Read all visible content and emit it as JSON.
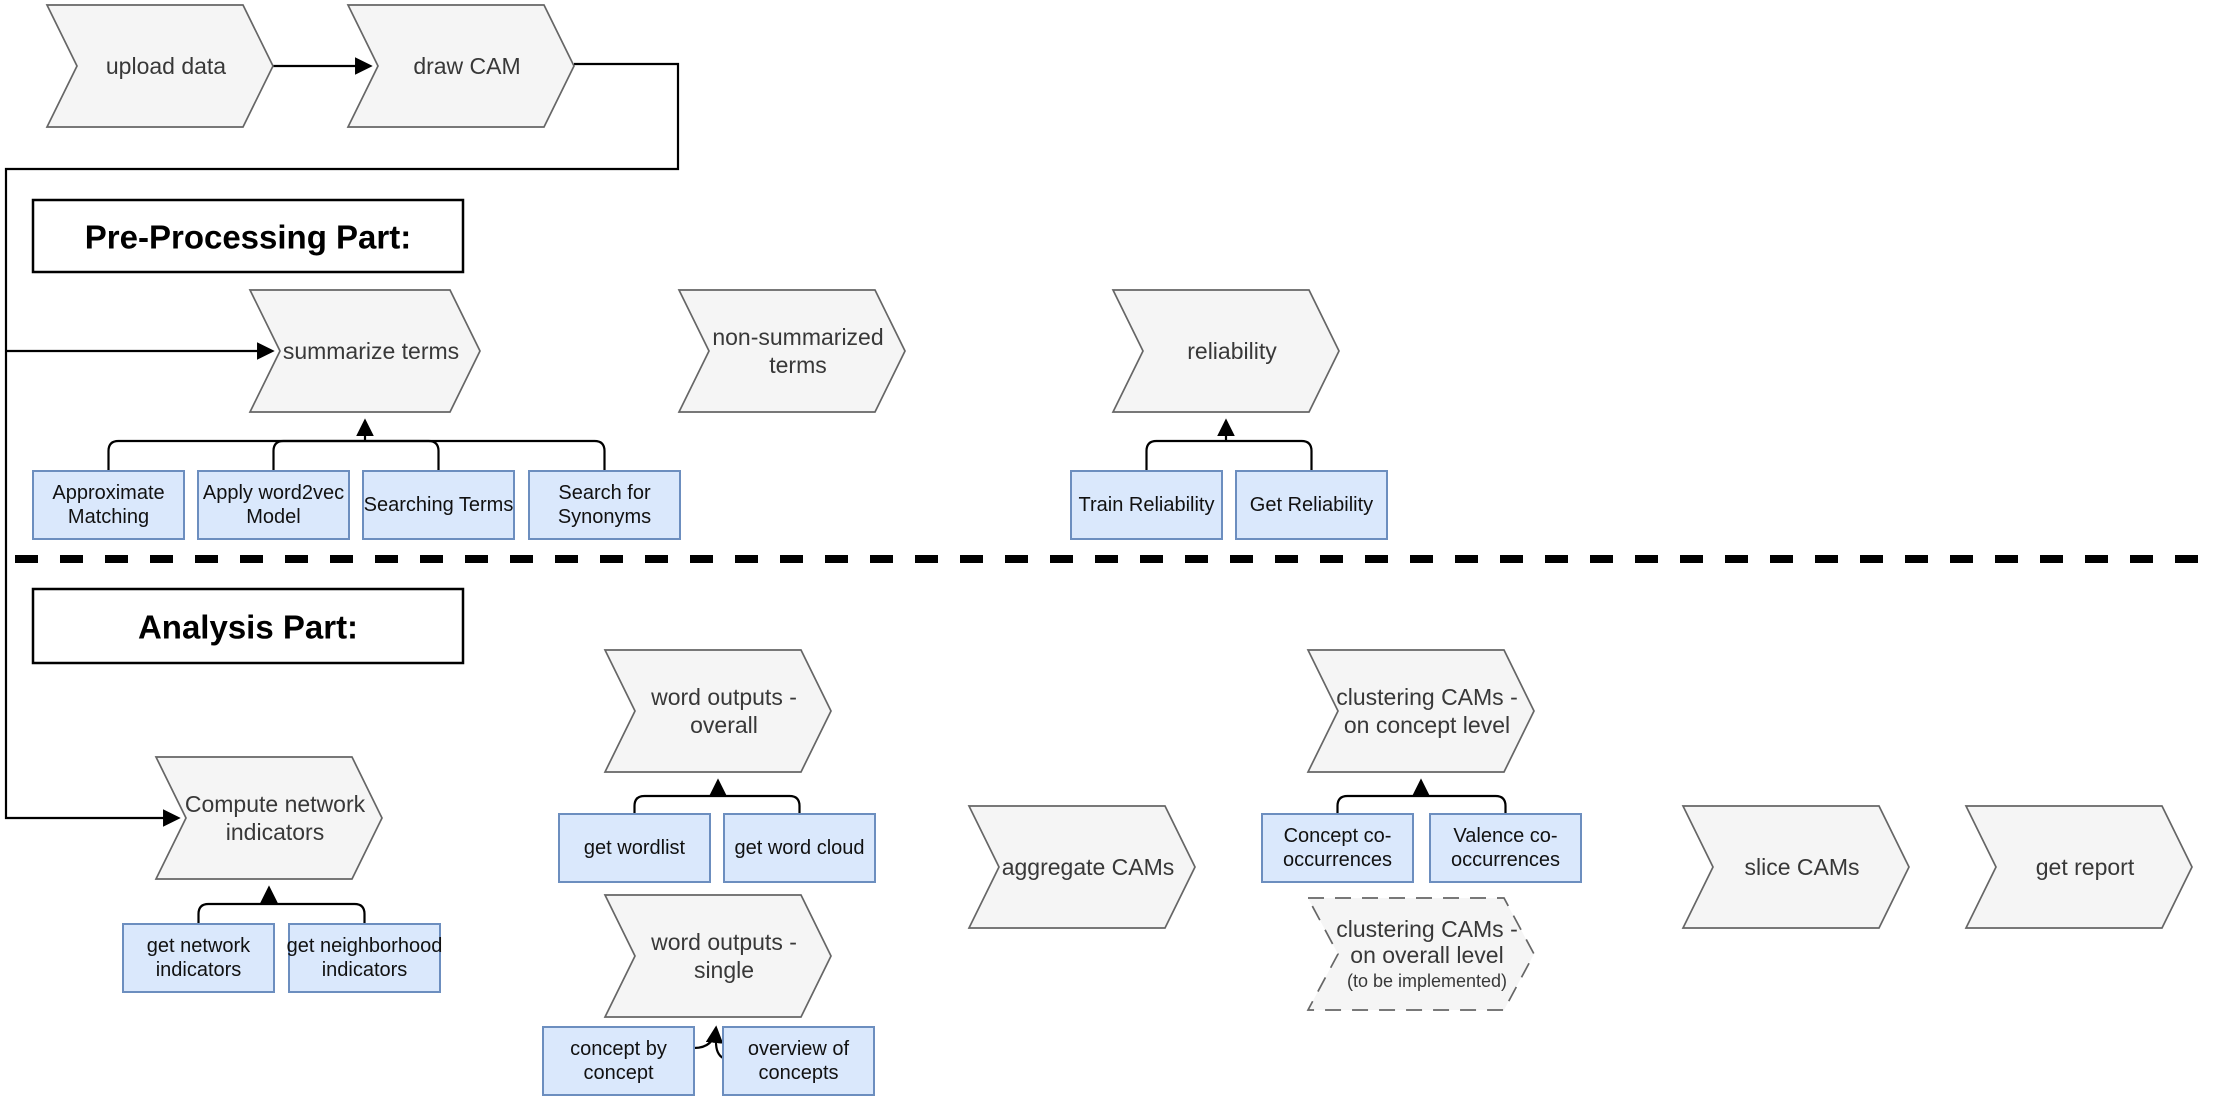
{
  "colors": {
    "process_fill": "#f5f5f5",
    "process_stroke": "#666666",
    "process_text": "#383838",
    "action_fill": "#dae8fc",
    "action_stroke": "#6c8ebf",
    "action_text": "#111111",
    "connector": "#000000",
    "heading_text": "#000000"
  },
  "headings": {
    "preprocessing": "Pre-Processing Part:",
    "analysis": "Analysis Part:"
  },
  "nodes": {
    "upload_data": {
      "label": "upload data"
    },
    "draw_cam": {
      "label": "draw CAM"
    },
    "summarize_terms": {
      "label": "summarize terms"
    },
    "non_summarized_terms": {
      "line1": "non-summarized",
      "line2": "terms"
    },
    "reliability": {
      "label": "reliability"
    },
    "approximate_matching": {
      "line1": "Approximate",
      "line2": "Matching"
    },
    "apply_word2vec_model": {
      "line1": "Apply word2vec",
      "line2": "Model"
    },
    "searching_terms": {
      "label": "Searching Terms"
    },
    "search_for_synonyms": {
      "line1": "Search for",
      "line2": "Synonyms"
    },
    "train_reliability": {
      "label": "Train Reliability"
    },
    "get_reliability": {
      "label": "Get Reliability"
    },
    "compute_network_indicators": {
      "line1": "Compute network",
      "line2": "indicators"
    },
    "get_network_indicators": {
      "line1": "get network",
      "line2": "indicators"
    },
    "get_neighborhood_indicators": {
      "line1": "get neighborhood",
      "line2": "indicators"
    },
    "word_outputs_overall": {
      "line1": "word outputs -",
      "line2": "overall"
    },
    "get_wordlist": {
      "label": "get wordlist"
    },
    "get_word_cloud": {
      "label": "get word cloud"
    },
    "word_outputs_single": {
      "line1": "word outputs -",
      "line2": "single"
    },
    "concept_by_concept": {
      "line1": "concept by",
      "line2": "concept"
    },
    "overview_of_concepts": {
      "line1": "overview of",
      "line2": "concepts"
    },
    "aggregate_cams": {
      "label": "aggregate CAMs"
    },
    "clustering_cams_concept": {
      "line1": "clustering CAMs -",
      "line2": "on concept level"
    },
    "concept_co_occurrences": {
      "line1": "Concept co-",
      "line2": "occurrences"
    },
    "valence_co_occurrences": {
      "line1": "Valence co-",
      "line2": "occurrences"
    },
    "clustering_cams_overall": {
      "line1": "clustering CAMs -",
      "line2": "on overall level",
      "line3": "(to be implemented)"
    },
    "slice_cams": {
      "label": "slice CAMs"
    },
    "get_report": {
      "label": "get report"
    }
  }
}
